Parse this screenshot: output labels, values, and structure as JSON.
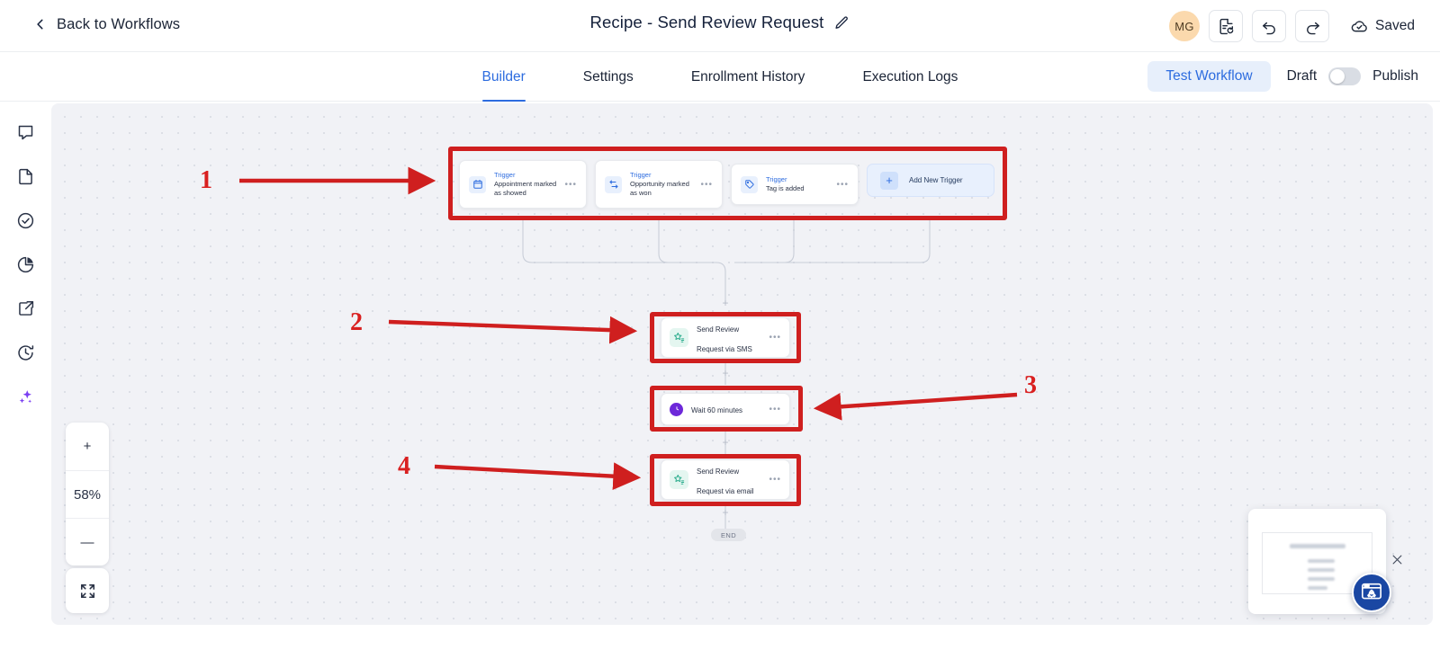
{
  "header": {
    "back_label": "Back to Workflows",
    "title": "Recipe - Send Review Request",
    "edit_icon": "pencil-icon",
    "avatar_initials": "MG",
    "history_icon": "document-activity-icon",
    "undo_icon": "undo-icon",
    "redo_icon": "redo-icon",
    "save_status": "Saved",
    "save_icon": "cloud-check-icon"
  },
  "tabs": [
    {
      "label": "Builder",
      "active": true
    },
    {
      "label": "Settings",
      "active": false
    },
    {
      "label": "Enrollment History",
      "active": false
    },
    {
      "label": "Execution Logs",
      "active": false
    }
  ],
  "tabbar_right": {
    "test_label": "Test Workflow",
    "draft_label": "Draft",
    "publish_label": "Publish",
    "toggle_state": "off"
  },
  "rail": [
    {
      "name": "comments-icon"
    },
    {
      "name": "notes-icon"
    },
    {
      "name": "check-circle-icon"
    },
    {
      "name": "pie-chart-icon"
    },
    {
      "name": "external-link-icon"
    },
    {
      "name": "history-clock-icon"
    },
    {
      "name": "ai-sparkle-icon"
    }
  ],
  "canvas": {
    "triggers": [
      {
        "kicker": "Trigger",
        "label": "Appointment marked as showed",
        "icon": "calendar-icon",
        "menu": "•••"
      },
      {
        "kicker": "Trigger",
        "label": "Opportunity marked as won",
        "icon": "transfer-icon",
        "menu": "•••"
      },
      {
        "kicker": "Trigger",
        "label": "Tag is added",
        "icon": "tag-icon",
        "menu": "•••"
      }
    ],
    "add_trigger": {
      "label": "Add New Trigger",
      "icon": "plus-icon"
    },
    "actions": [
      {
        "label": "Send Review Request via SMS",
        "icon": "review-star-icon",
        "icon_color": "#2fae8f",
        "icon_bg": "#e4f6f0",
        "menu": "•••"
      },
      {
        "label": "Wait 60 minutes",
        "icon": "clock-icon",
        "icon_color": "#ffffff",
        "icon_bg": "#6d28d9",
        "menu": "•••"
      },
      {
        "label": "Send Review Request via email",
        "icon": "review-star-icon",
        "icon_color": "#2fae8f",
        "icon_bg": "#e4f6f0",
        "menu": "•••"
      }
    ],
    "end_label": "END",
    "add_step_handle": "+"
  },
  "zoom_controls": {
    "zoom_in": "+",
    "zoom_level": "58%",
    "zoom_out": "—",
    "fit_icon": "fit-screen-icon"
  },
  "help_widget": {
    "badge_icon": "rocket-launch-icon",
    "close_icon": "close-icon"
  },
  "annotations": [
    {
      "number": "1",
      "arrow": "right"
    },
    {
      "number": "2",
      "arrow": "right"
    },
    {
      "number": "3",
      "arrow": "left"
    },
    {
      "number": "4",
      "arrow": "right"
    }
  ],
  "colors": {
    "accent_blue": "#2d6cdf",
    "annotation_red": "#cf1f1f",
    "canvas_bg": "#f1f2f6"
  }
}
